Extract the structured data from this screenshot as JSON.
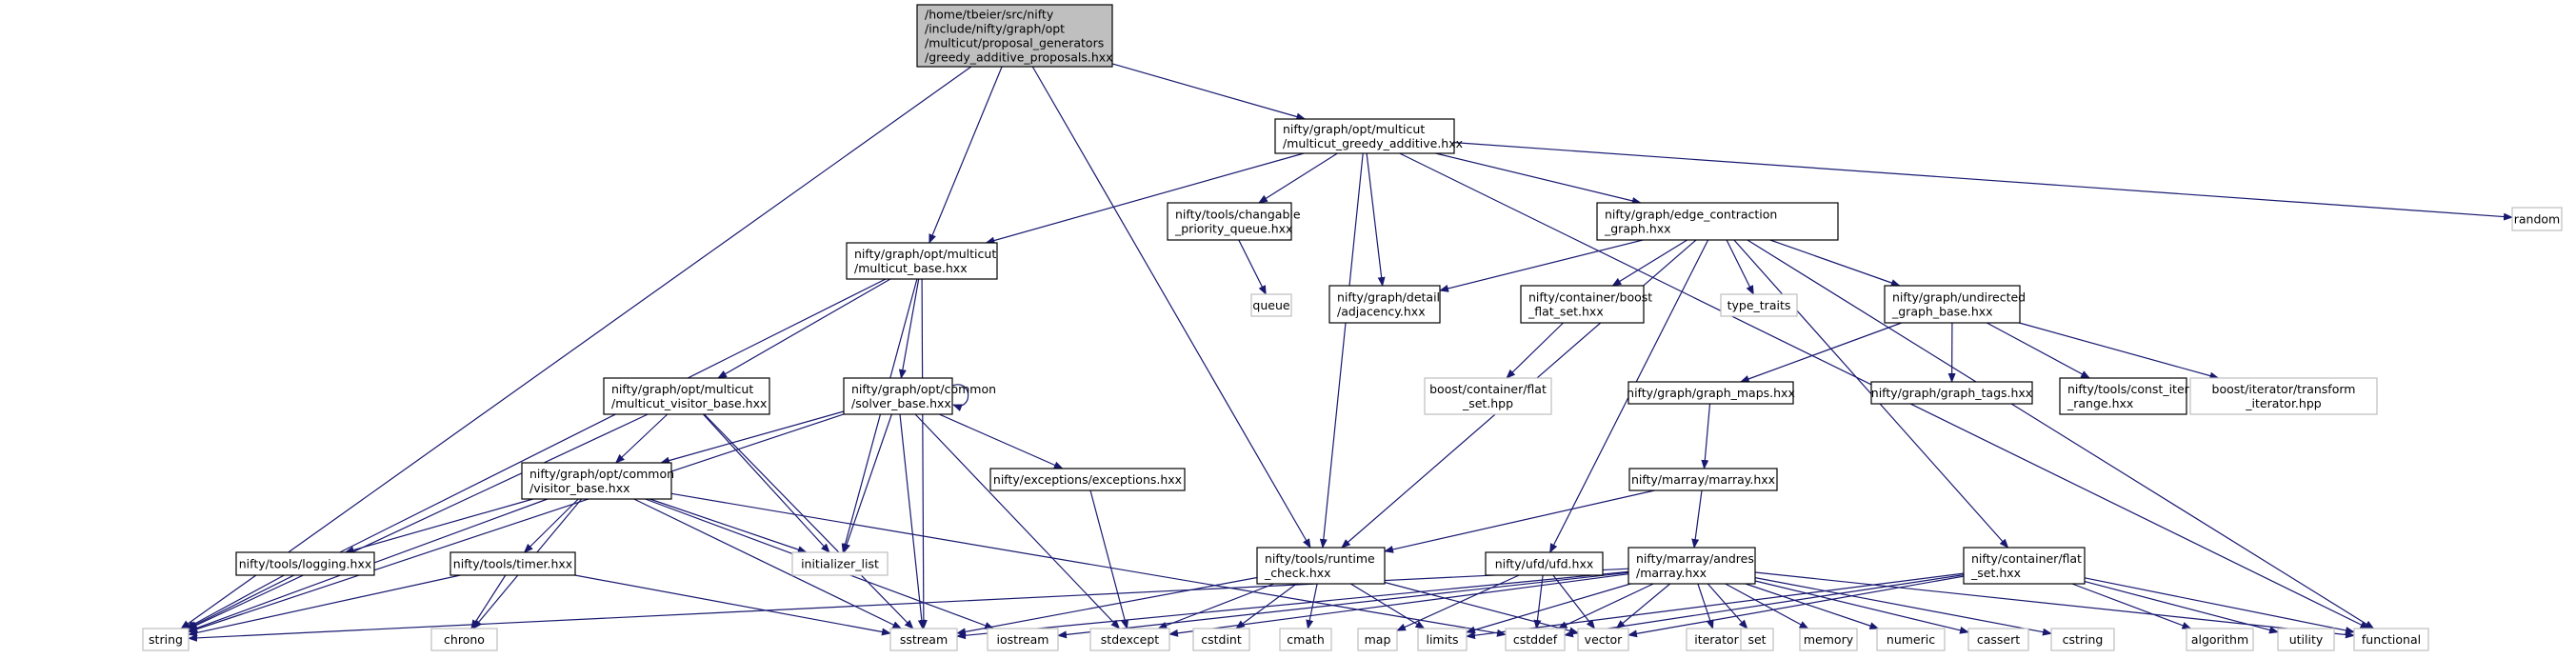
{
  "colors": {
    "edge": "#191970",
    "root_fill": "#bfbfbf",
    "header_border": "#000000",
    "system_border": "#bfbfbf",
    "background": "#ffffff"
  },
  "nodes": [
    {
      "id": "root",
      "kind": "root",
      "lines": [
        "/home/tbeier/src/nifty",
        "/include/nifty/graph/opt",
        "/multicut/proposal_generators",
        "/greedy_additive_proposals.hxx"
      ]
    },
    {
      "id": "mga",
      "kind": "header",
      "lines": [
        "nifty/graph/opt/multicut",
        "/multicut_greedy_additive.hxx"
      ]
    },
    {
      "id": "string",
      "kind": "system",
      "lines": [
        "string"
      ]
    },
    {
      "id": "random",
      "kind": "system",
      "lines": [
        "random"
      ]
    },
    {
      "id": "cpq",
      "kind": "header",
      "lines": [
        "nifty/tools/changable",
        "_priority_queue.hxx"
      ]
    },
    {
      "id": "ecg",
      "kind": "header",
      "lines": [
        "nifty/graph/edge_contraction",
        "_graph.hxx"
      ]
    },
    {
      "id": "queue",
      "kind": "system",
      "lines": [
        "queue"
      ]
    },
    {
      "id": "mb",
      "kind": "header",
      "lines": [
        "nifty/graph/opt/multicut",
        "/multicut_base.hxx"
      ]
    },
    {
      "id": "adj",
      "kind": "header",
      "lines": [
        "nifty/graph/detail",
        "/adjacency.hxx"
      ]
    },
    {
      "id": "bfs",
      "kind": "header",
      "lines": [
        "nifty/container/boost",
        "_flat_set.hxx"
      ]
    },
    {
      "id": "tt",
      "kind": "system",
      "lines": [
        "type_traits"
      ]
    },
    {
      "id": "ugb",
      "kind": "header",
      "lines": [
        "nifty/graph/undirected",
        "_graph_base.hxx"
      ]
    },
    {
      "id": "mvb",
      "kind": "header",
      "lines": [
        "nifty/graph/opt/multicut",
        "/multicut_visitor_base.hxx"
      ]
    },
    {
      "id": "sb",
      "kind": "header",
      "lines": [
        "nifty/graph/opt/common",
        "/solver_base.hxx"
      ]
    },
    {
      "id": "bcfs",
      "kind": "system",
      "lines": [
        "boost/container/flat",
        "_set.hpp"
      ]
    },
    {
      "id": "gm",
      "kind": "header",
      "lines": [
        "nifty/graph/graph_maps.hxx"
      ]
    },
    {
      "id": "gt",
      "kind": "header",
      "lines": [
        "nifty/graph/graph_tags.hxx"
      ]
    },
    {
      "id": "cir",
      "kind": "header",
      "lines": [
        "nifty/tools/const_iterator",
        "_range.hxx"
      ]
    },
    {
      "id": "bit",
      "kind": "system",
      "lines": [
        "boost/iterator/transform",
        "_iterator.hpp"
      ]
    },
    {
      "id": "vb",
      "kind": "header",
      "lines": [
        "nifty/graph/opt/common",
        "/visitor_base.hxx"
      ]
    },
    {
      "id": "exc",
      "kind": "header",
      "lines": [
        "nifty/exceptions/exceptions.hxx"
      ]
    },
    {
      "id": "ma",
      "kind": "header",
      "lines": [
        "nifty/marray/marray.hxx"
      ]
    },
    {
      "id": "il",
      "kind": "system",
      "lines": [
        "initializer_list"
      ]
    },
    {
      "id": "log",
      "kind": "header",
      "lines": [
        "nifty/tools/logging.hxx"
      ]
    },
    {
      "id": "timer",
      "kind": "header",
      "lines": [
        "nifty/tools/timer.hxx"
      ]
    },
    {
      "id": "rc",
      "kind": "header",
      "lines": [
        "nifty/tools/runtime",
        "_check.hxx"
      ]
    },
    {
      "id": "ufd",
      "kind": "header",
      "lines": [
        "nifty/ufd/ufd.hxx"
      ]
    },
    {
      "id": "andres",
      "kind": "header",
      "lines": [
        "nifty/marray/andres",
        "/marray.hxx"
      ]
    },
    {
      "id": "fs",
      "kind": "header",
      "lines": [
        "nifty/container/flat",
        "_set.hxx"
      ]
    },
    {
      "id": "chrono",
      "kind": "system",
      "lines": [
        "chrono"
      ]
    },
    {
      "id": "sstream",
      "kind": "system",
      "lines": [
        "sstream"
      ]
    },
    {
      "id": "iostream",
      "kind": "system",
      "lines": [
        "iostream"
      ]
    },
    {
      "id": "stdexcept",
      "kind": "system",
      "lines": [
        "stdexcept"
      ]
    },
    {
      "id": "cstdint",
      "kind": "system",
      "lines": [
        "cstdint"
      ]
    },
    {
      "id": "cmath",
      "kind": "system",
      "lines": [
        "cmath"
      ]
    },
    {
      "id": "map",
      "kind": "system",
      "lines": [
        "map"
      ]
    },
    {
      "id": "limits",
      "kind": "system",
      "lines": [
        "limits"
      ]
    },
    {
      "id": "cstddef",
      "kind": "system",
      "lines": [
        "cstddef"
      ]
    },
    {
      "id": "vector",
      "kind": "system",
      "lines": [
        "vector"
      ]
    },
    {
      "id": "iterator",
      "kind": "system",
      "lines": [
        "iterator"
      ]
    },
    {
      "id": "set",
      "kind": "system",
      "lines": [
        "set"
      ]
    },
    {
      "id": "memory",
      "kind": "system",
      "lines": [
        "memory"
      ]
    },
    {
      "id": "numeric",
      "kind": "system",
      "lines": [
        "numeric"
      ]
    },
    {
      "id": "cassert",
      "kind": "system",
      "lines": [
        "cassert"
      ]
    },
    {
      "id": "cstring",
      "kind": "system",
      "lines": [
        "cstring"
      ]
    },
    {
      "id": "algorithm",
      "kind": "system",
      "lines": [
        "algorithm"
      ]
    },
    {
      "id": "utility",
      "kind": "system",
      "lines": [
        "utility"
      ]
    },
    {
      "id": "functional",
      "kind": "system",
      "lines": [
        "functional"
      ]
    }
  ],
  "edges": [
    [
      "root",
      "string"
    ],
    [
      "root",
      "mb"
    ],
    [
      "root",
      "rc"
    ],
    [
      "root",
      "mga"
    ],
    [
      "mga",
      "mb"
    ],
    [
      "mga",
      "cpq"
    ],
    [
      "mga",
      "adj"
    ],
    [
      "mga",
      "ecg"
    ],
    [
      "mga",
      "rc"
    ],
    [
      "mga",
      "random"
    ],
    [
      "mga",
      "functional"
    ],
    [
      "cpq",
      "queue"
    ],
    [
      "ecg",
      "adj"
    ],
    [
      "ecg",
      "bfs"
    ],
    [
      "ecg",
      "tt"
    ],
    [
      "ecg",
      "ugb"
    ],
    [
      "ecg",
      "rc"
    ],
    [
      "ecg",
      "ufd"
    ],
    [
      "ecg",
      "fs"
    ],
    [
      "ecg",
      "functional"
    ],
    [
      "bfs",
      "bcfs"
    ],
    [
      "ugb",
      "gm"
    ],
    [
      "ugb",
      "gt"
    ],
    [
      "ugb",
      "cir"
    ],
    [
      "ugb",
      "bit"
    ],
    [
      "gm",
      "ma"
    ],
    [
      "ma",
      "rc"
    ],
    [
      "ma",
      "andres"
    ],
    [
      "mb",
      "string"
    ],
    [
      "mb",
      "mvb"
    ],
    [
      "mb",
      "sb"
    ],
    [
      "mb",
      "il"
    ],
    [
      "mb",
      "sstream"
    ],
    [
      "mvb",
      "string"
    ],
    [
      "mvb",
      "vb"
    ],
    [
      "mvb",
      "il"
    ],
    [
      "mvb",
      "sstream"
    ],
    [
      "sb",
      "sb"
    ],
    [
      "sb",
      "vb"
    ],
    [
      "sb",
      "string"
    ],
    [
      "sb",
      "il"
    ],
    [
      "sb",
      "exc"
    ],
    [
      "sb",
      "sstream"
    ],
    [
      "sb",
      "stdexcept"
    ],
    [
      "exc",
      "stdexcept"
    ],
    [
      "vb",
      "string"
    ],
    [
      "vb",
      "log"
    ],
    [
      "vb",
      "timer"
    ],
    [
      "vb",
      "chrono"
    ],
    [
      "vb",
      "il"
    ],
    [
      "vb",
      "sstream"
    ],
    [
      "vb",
      "iostream"
    ],
    [
      "vb",
      "cstddef"
    ],
    [
      "log",
      "string"
    ],
    [
      "timer",
      "string"
    ],
    [
      "timer",
      "chrono"
    ],
    [
      "timer",
      "sstream"
    ],
    [
      "rc",
      "sstream"
    ],
    [
      "rc",
      "stdexcept"
    ],
    [
      "rc",
      "cstdint"
    ],
    [
      "rc",
      "cmath"
    ],
    [
      "rc",
      "limits"
    ],
    [
      "rc",
      "vector"
    ],
    [
      "ufd",
      "map"
    ],
    [
      "ufd",
      "cstddef"
    ],
    [
      "ufd",
      "vector"
    ],
    [
      "andres",
      "string"
    ],
    [
      "andres",
      "sstream"
    ],
    [
      "andres",
      "iostream"
    ],
    [
      "andres",
      "stdexcept"
    ],
    [
      "andres",
      "limits"
    ],
    [
      "andres",
      "cstddef"
    ],
    [
      "andres",
      "vector"
    ],
    [
      "andres",
      "iterator"
    ],
    [
      "andres",
      "set"
    ],
    [
      "andres",
      "memory"
    ],
    [
      "andres",
      "numeric"
    ],
    [
      "andres",
      "cassert"
    ],
    [
      "andres",
      "cstring"
    ],
    [
      "andres",
      "functional"
    ],
    [
      "fs",
      "limits"
    ],
    [
      "fs",
      "cstddef"
    ],
    [
      "fs",
      "vector"
    ],
    [
      "fs",
      "algorithm"
    ],
    [
      "fs",
      "utility"
    ],
    [
      "fs",
      "functional"
    ]
  ]
}
